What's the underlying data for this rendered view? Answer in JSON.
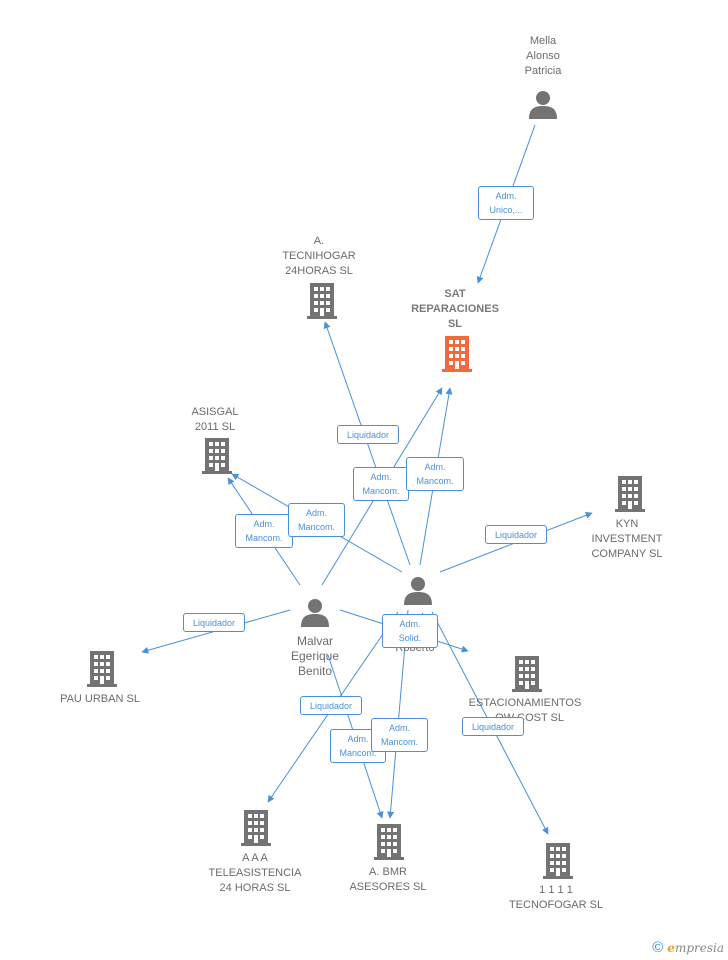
{
  "colors": {
    "edge": "#4a90d9",
    "company": "#737373",
    "focus_company": "#f26a3c",
    "person": "#737373"
  },
  "nodes": {
    "mella": {
      "label": "Mella\nAlonso\nPatricia",
      "type": "person",
      "icon": "person-icon"
    },
    "sat": {
      "label": "SAT\nREPARACIONES\nSL",
      "type": "focus-company",
      "icon": "building-icon"
    },
    "tecnihogar": {
      "label": "A.\nTECNIHOGAR\n24HORAS SL",
      "type": "company",
      "icon": "building-icon"
    },
    "asisgal": {
      "label": "ASISGAL\n2011 SL",
      "type": "company",
      "icon": "building-icon"
    },
    "kyn": {
      "label": "KYN\nINVESTMENT\nCOMPANY SL",
      "type": "company",
      "icon": "building-icon"
    },
    "roberto": {
      "label": "...al\n...a\nRoberto",
      "type": "person",
      "icon": "person-icon"
    },
    "malvar": {
      "label": "Malvar\nEgerique\nBenito",
      "type": "person",
      "icon": "person-icon"
    },
    "pau": {
      "label": "PAU URBAN SL",
      "type": "company",
      "icon": "building-icon"
    },
    "estacionamientos": {
      "label": "ESTACIONAMIENTOS\n...OW COST SL",
      "type": "company",
      "icon": "building-icon"
    },
    "aaa": {
      "label": "A A A\nTELEASISTENCIA\n24 HORAS  SL",
      "type": "company",
      "icon": "building-icon"
    },
    "bmr": {
      "label": "A.  BMR\nASESORES SL",
      "type": "company",
      "icon": "building-icon"
    },
    "tecnofogar": {
      "label": "1 1 1 1\nTECNOFOGAR SL",
      "type": "company",
      "icon": "building-icon"
    }
  },
  "edge_labels": {
    "mella_sat": "Adm.\nUnico,...",
    "liq_tecnihogar": "Liquidador",
    "mal_sat": "Adm.\nMancom.",
    "rob_sat": "Adm.\nMancom.",
    "mal_asisgal": "Adm.\nMancom.",
    "rob_asisgal": "Adm.\nMancom.",
    "liq_kyn": "Liquidador",
    "liq_pau": "Liquidador",
    "sol_est": "Adm.\nSolid.",
    "liq_aaa": "Liquidador",
    "mal_bmr": "Adm.\nMancom.",
    "rob_bmr": "Adm.\nMancom.",
    "liq_tecnofogar": "Liquidador"
  },
  "footer": {
    "copyright": "©",
    "brand_initial": "e",
    "brand_rest": "mpresia"
  }
}
